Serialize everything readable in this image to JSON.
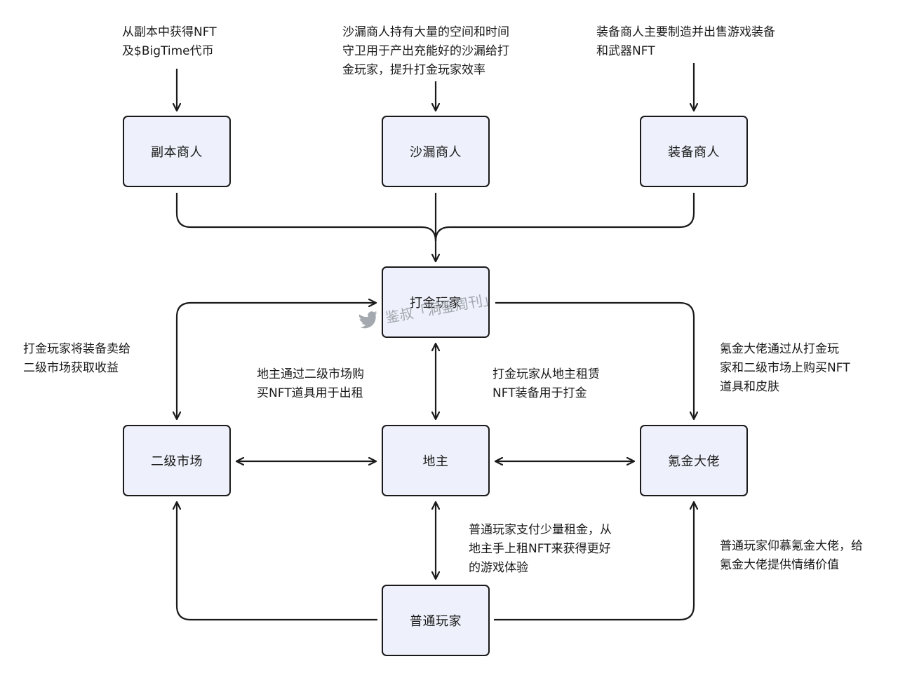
{
  "nodes": {
    "dungeon_merchant": "副本商人",
    "hourglass_merchant": "沙漏商人",
    "equipment_merchant": "装备商人",
    "gold_farmer": "打金玩家",
    "secondary_market": "二级市场",
    "landlord": "地主",
    "whale": "氪金大佬",
    "regular_player": "普通玩家"
  },
  "notes": {
    "dungeon": "从副本中获得NFT\n及$BigTime代币",
    "hourglass": "沙漏商人持有大量的空间和时间\n守卫用于产出充能好的沙漏给打\n金玩家，提升打金玩家效率",
    "equipment": "装备商人主要制造并出售游戏装备\n和武器NFT",
    "farmer_to_market": "打金玩家将装备卖给\n二级市场获取收益",
    "landlord_buys": "地主通过二级市场购\n买NFT道具用于出租",
    "farmer_rents": "打金玩家从地主租赁\nNFT装备用于打金",
    "whale_buys": "氪金大佬通过从打金玩\n家和二级市场上购买NFT\n道具和皮肤",
    "player_rents": "普通玩家支付少量租金，从\n地主手上租NFT来获得更好\n的游戏体验",
    "player_admires": "普通玩家仰慕氪金大佬，给\n氪金大佬提供情绪价值"
  },
  "watermark": {
    "icon": "twitter-bird-icon",
    "text": "鉴叔「洞鉴周刊」"
  },
  "colors": {
    "node_fill": "#eef1fb",
    "stroke": "#1a1a1a",
    "watermark": "#9aa0a6"
  }
}
